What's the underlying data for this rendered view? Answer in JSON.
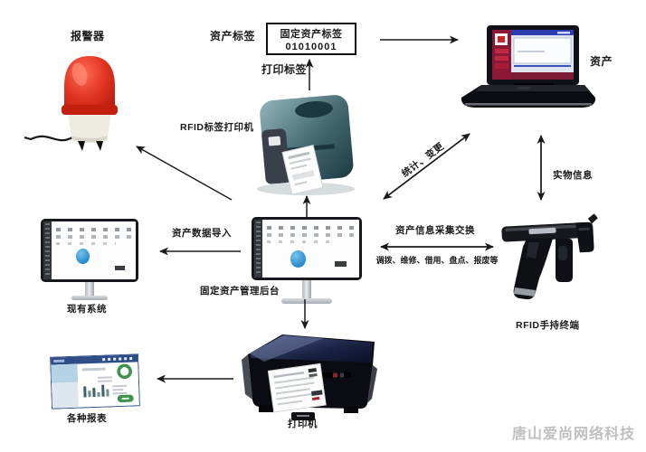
{
  "nodes": {
    "alarm": {
      "label": "报警器"
    },
    "asset_tag": {
      "label": "资产标签"
    },
    "tag_box": {
      "line1": "固定资产标签",
      "line2": "01010001"
    },
    "rfid_printer": {
      "label": "RFID标签打印机"
    },
    "laptop": {
      "label": "资产"
    },
    "backend": {
      "label": "固定资产管理后台"
    },
    "existing": {
      "label": "现有系统"
    },
    "handheld": {
      "label": "RFID手持终端"
    },
    "printer": {
      "label": "打印机"
    },
    "reports": {
      "label": "各种报表"
    }
  },
  "edges": {
    "print_tag": {
      "label": "打印标签"
    },
    "stats_change": {
      "label": "统计、变更"
    },
    "physical_info": {
      "label": "实物信息"
    },
    "data_import": {
      "label": "资产数据导入"
    },
    "collect_exchange": {
      "label": "资产信息采集交换"
    },
    "operations": {
      "label": "调拨、维修、借用、盘点、报废等"
    }
  },
  "watermark": "唐山爱尚网络科技",
  "colors": {
    "arrow": "#1a1a1a",
    "alarm_red": "#d6281a",
    "printer_teal": "#4a6e7c",
    "navy": "#1b2142",
    "dashboard_blue": "#3b9bd8",
    "report_green": "#3f9150",
    "laptop_maroon": "#8c1837",
    "watermark_gray": "#9e9e9e"
  }
}
